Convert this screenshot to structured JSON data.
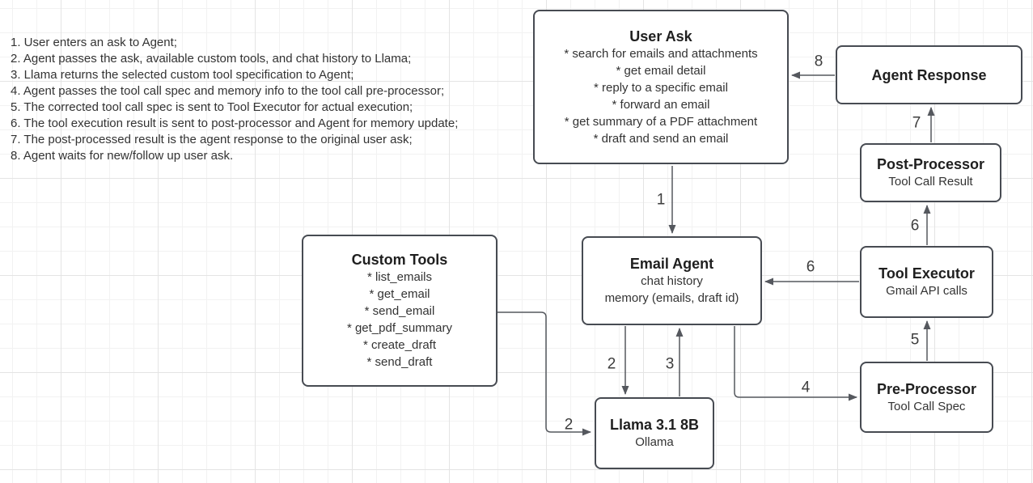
{
  "steps": {
    "items": [
      "1. User enters an ask to Agent;",
      "2. Agent passes the ask, available custom tools, and chat history to Llama;",
      "3. Llama returns the selected custom tool specification to Agent;",
      "4. Agent passes the tool call spec and memory info to the tool call pre-processor;",
      "5. The corrected tool call spec is sent to Tool Executor for actual execution;",
      "6. The tool execution result is sent to post-processor and Agent for memory update;",
      "7. The post-processed result is the agent response to the original user ask;",
      "8. Agent waits for new/follow up user ask."
    ]
  },
  "nodes": {
    "user_ask": {
      "title": "User Ask",
      "lines": [
        "* search for emails and attachments",
        "* get email detail",
        "* reply to a specific email",
        "* forward an email",
        "* get summary of a PDF attachment",
        "* draft and send an email"
      ]
    },
    "agent_response": {
      "title": "Agent Response"
    },
    "post_processor": {
      "title": "Post-Processor",
      "subtitle": "Tool Call Result"
    },
    "tool_executor": {
      "title": "Tool Executor",
      "subtitle": "Gmail API calls"
    },
    "pre_processor": {
      "title": "Pre-Processor",
      "subtitle": "Tool Call Spec"
    },
    "email_agent": {
      "title": "Email Agent",
      "lines": [
        "chat history",
        "memory (emails, draft id)"
      ]
    },
    "custom_tools": {
      "title": "Custom Tools",
      "lines": [
        "* list_emails",
        "* get_email",
        "* send_email",
        "* get_pdf_summary",
        "* create_draft",
        "* send_draft"
      ]
    },
    "llama": {
      "title": "Llama 3.1 8B",
      "subtitle": "Ollama"
    }
  },
  "edge_labels": {
    "step1": "1",
    "step2_agent_to_llama": "2",
    "step2_tools_to_llama": "2",
    "step3": "3",
    "step4": "4",
    "step5": "5",
    "step6_executor_to_agent": "6",
    "step6_executor_to_post": "6",
    "step7": "7",
    "step8": "8"
  },
  "colors": {
    "stroke": "#474b52",
    "connector": "#55585e",
    "text": "#333333",
    "title": "#1f1f1f",
    "label": "#3d3d3d",
    "grid_minor": "#f2f2f2",
    "grid_major": "#e4e4e4",
    "canvas_bg": "#ffffff"
  }
}
